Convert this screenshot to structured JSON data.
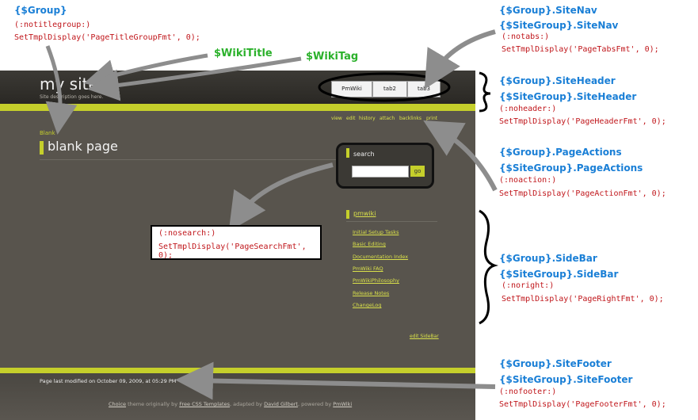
{
  "annotations": {
    "top_left": {
      "group": "{$Group}",
      "cond": "(:notitlegroup:)",
      "call": "SetTmplDisplay('PageTitleGroupFmt', 0);"
    },
    "wikititle": "$WikiTitle",
    "wikitag": "$WikiTag",
    "sitenav": {
      "a": "{$Group}.SiteNav",
      "b": "{$SiteGroup}.SiteNav",
      "cond": "(:notabs:)",
      "call": "SetTmplDisplay('PageTabsFmt', 0);"
    },
    "siteheader": {
      "a": "{$Group}.SiteHeader",
      "b": "{$SiteGroup}.SiteHeader",
      "cond": "(:noheader:)",
      "call": "SetTmplDisplay('PageHeaderFmt', 0);"
    },
    "pageactions": {
      "a": "{$Group}.PageActions",
      "b": "{$SiteGroup}.PageActions",
      "cond": "(:noaction:)",
      "call": "SetTmplDisplay('PageActionFmt', 0);"
    },
    "sidebar": {
      "a": "{$Group}.SideBar",
      "b": "{$SiteGroup}.SideBar",
      "cond": "(:noright:)",
      "call": "SetTmplDisplay('PageRightFmt', 0);"
    },
    "sitefooter": {
      "a": "{$Group}.SiteFooter",
      "b": "{$SiteGroup}.SiteFooter",
      "cond": "(:nofooter:)",
      "call": "SetTmplDisplay('PageFooterFmt', 0);"
    },
    "nosearch": {
      "cond": "(:nosearch:)",
      "call": "SetTmplDisplay('PageSearchFmt', 0);"
    }
  },
  "site": {
    "title": "my site",
    "tagline": "Site description goes here.",
    "tabs": [
      "PmWiki",
      "tab2",
      "tab3"
    ],
    "actions": [
      "view",
      "edit",
      "history",
      "attach",
      "backlinks",
      "print"
    ],
    "breadcrumb": "Blank",
    "page_title": "blank page",
    "search": {
      "label": "search",
      "button": "go"
    },
    "sidebar": {
      "title": "pmwiki",
      "items": [
        "Initial Setup Tasks",
        "Basic Editing",
        "Documentation Index",
        "PmWiki FAQ",
        "PmWikiPhilosophy",
        "Release Notes",
        "ChangeLog"
      ],
      "edit": "edit SideBar"
    },
    "footer": {
      "last_modified": "Page last modified on October 09, 2009, at 05:29 PM",
      "credits": {
        "choice": "Choice",
        "t1": " theme originally by ",
        "fct": "Free CSS Templates",
        "t2": ", adapted by ",
        "dg": "David Gilbert",
        "t3": ", powered by ",
        "pm": "PmWiki"
      }
    }
  },
  "colors": {
    "accent": "#c5cf2b",
    "annotation_blue": "#1a7fd6",
    "annotation_red": "#c0161b",
    "annotation_green": "#2bb12b"
  }
}
